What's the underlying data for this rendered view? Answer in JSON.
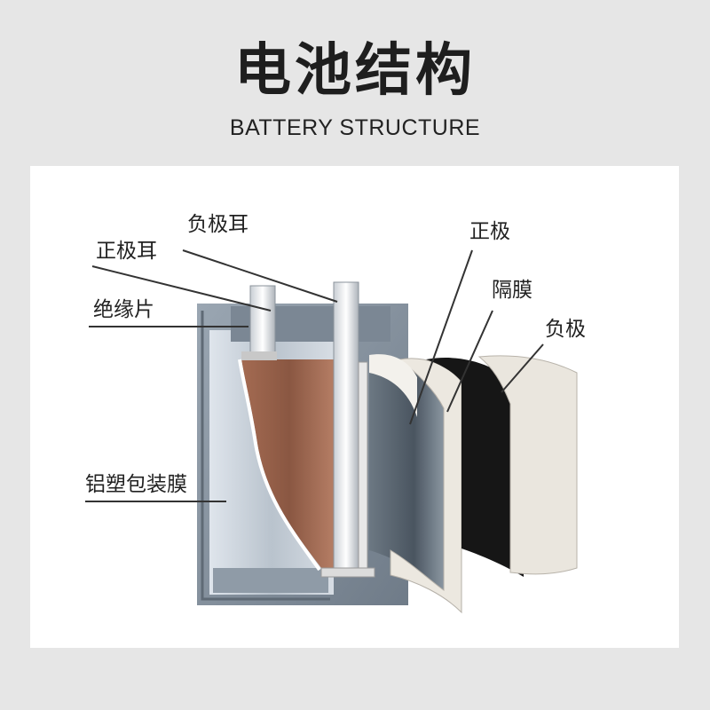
{
  "header": {
    "title": "电池结构",
    "subtitle": "BATTERY STRUCTURE"
  },
  "labels": {
    "negative_tab": "负极耳",
    "positive_tab": "正极耳",
    "insulation_sheet": "绝缘片",
    "aluminum_plastic_film": "铝塑包装膜",
    "positive_electrode": "正极",
    "separator": "隔膜",
    "negative_electrode": "负极"
  },
  "colors": {
    "background": "#e6e6e6",
    "panel": "#ffffff",
    "casing": "#8a96a3",
    "positive_copper": "#8c5a45",
    "separator": "#e8e4dc",
    "negative_black": "#1a1a1a"
  }
}
